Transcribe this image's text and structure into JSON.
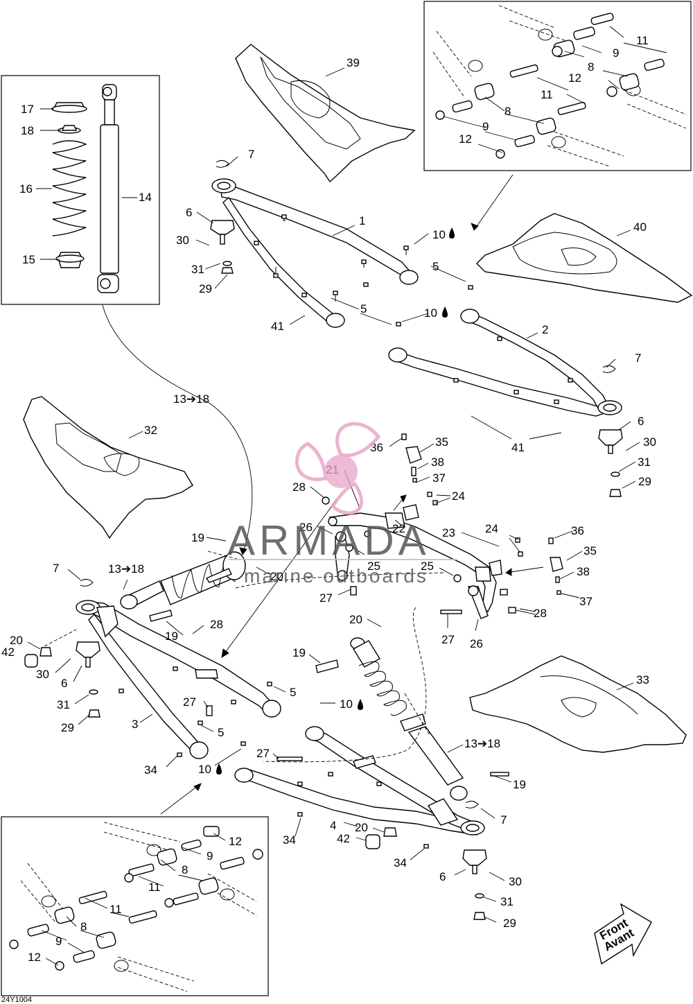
{
  "watermark": {
    "name": "ARMADA",
    "tagline": "marine outboards",
    "accent": "#e8a6c8"
  },
  "figure_code": "24Y1004",
  "direction_badge": {
    "line1": "Front",
    "line2": "Avant"
  },
  "callouts": [
    {
      "id": "c39",
      "text": "39"
    },
    {
      "id": "c11a",
      "text": "11"
    },
    {
      "id": "c9a",
      "text": "9"
    },
    {
      "id": "c8a",
      "text": "8"
    },
    {
      "id": "c12a",
      "text": "12"
    },
    {
      "id": "c11b",
      "text": "11"
    },
    {
      "id": "c8b",
      "text": "8"
    },
    {
      "id": "c9b",
      "text": "9"
    },
    {
      "id": "c12b",
      "text": "12"
    },
    {
      "id": "c17",
      "text": "17"
    },
    {
      "id": "c18",
      "text": "18"
    },
    {
      "id": "c16",
      "text": "16"
    },
    {
      "id": "c14",
      "text": "14"
    },
    {
      "id": "c15",
      "text": "15"
    },
    {
      "id": "c7a",
      "text": "7"
    },
    {
      "id": "c6a",
      "text": "6"
    },
    {
      "id": "c30a",
      "text": "30"
    },
    {
      "id": "c31a",
      "text": "31"
    },
    {
      "id": "c29a",
      "text": "29"
    },
    {
      "id": "c1",
      "text": "1"
    },
    {
      "id": "c10a",
      "text": "10"
    },
    {
      "id": "c5a",
      "text": "5"
    },
    {
      "id": "c40",
      "text": "40"
    },
    {
      "id": "c5b",
      "text": "5"
    },
    {
      "id": "c10b",
      "text": "10"
    },
    {
      "id": "c41a",
      "text": "41"
    },
    {
      "id": "c2",
      "text": "2"
    },
    {
      "id": "c7b",
      "text": "7"
    },
    {
      "id": "c6b",
      "text": "6"
    },
    {
      "id": "c30b",
      "text": "30"
    },
    {
      "id": "c31b",
      "text": "31"
    },
    {
      "id": "c29b",
      "text": "29"
    },
    {
      "id": "c41b",
      "text": "41"
    },
    {
      "id": "c1318a",
      "text": "13➔18"
    },
    {
      "id": "c32",
      "text": "32"
    },
    {
      "id": "c36a",
      "text": "36"
    },
    {
      "id": "c35a",
      "text": "35"
    },
    {
      "id": "c38a",
      "text": "38"
    },
    {
      "id": "c37a",
      "text": "37"
    },
    {
      "id": "c21",
      "text": "21"
    },
    {
      "id": "c28a",
      "text": "28"
    },
    {
      "id": "c24a",
      "text": "24"
    },
    {
      "id": "c26a",
      "text": "26"
    },
    {
      "id": "c22",
      "text": "22"
    },
    {
      "id": "c23",
      "text": "23"
    },
    {
      "id": "c24b",
      "text": "24"
    },
    {
      "id": "c36b",
      "text": "36"
    },
    {
      "id": "c35b",
      "text": "35"
    },
    {
      "id": "c19a",
      "text": "19"
    },
    {
      "id": "c25a",
      "text": "25"
    },
    {
      "id": "c25b",
      "text": "25"
    },
    {
      "id": "c38b",
      "text": "38"
    },
    {
      "id": "c7c",
      "text": "7"
    },
    {
      "id": "c1318b",
      "text": "13➔18"
    },
    {
      "id": "c20a",
      "text": "20"
    },
    {
      "id": "c37b",
      "text": "37"
    },
    {
      "id": "c27a",
      "text": "27"
    },
    {
      "id": "c28b",
      "text": "28"
    },
    {
      "id": "c20b",
      "text": "20"
    },
    {
      "id": "c19b",
      "text": "19"
    },
    {
      "id": "c28c",
      "text": "28"
    },
    {
      "id": "c27b",
      "text": "27"
    },
    {
      "id": "c26b",
      "text": "26"
    },
    {
      "id": "c20c",
      "text": "20"
    },
    {
      "id": "c42a",
      "text": "42"
    },
    {
      "id": "c30c",
      "text": "30"
    },
    {
      "id": "c6c",
      "text": "6"
    },
    {
      "id": "c19c",
      "text": "19"
    },
    {
      "id": "c33",
      "text": "33"
    },
    {
      "id": "c5c",
      "text": "5"
    },
    {
      "id": "c10c",
      "text": "10"
    },
    {
      "id": "c31c",
      "text": "31"
    },
    {
      "id": "c27c",
      "text": "27"
    },
    {
      "id": "c29c",
      "text": "29"
    },
    {
      "id": "c3",
      "text": "3"
    },
    {
      "id": "c5d",
      "text": "5"
    },
    {
      "id": "c1318c",
      "text": "13➔18"
    },
    {
      "id": "c34a",
      "text": "34"
    },
    {
      "id": "c10d",
      "text": "10"
    },
    {
      "id": "c27d",
      "text": "27"
    },
    {
      "id": "c19d",
      "text": "19"
    },
    {
      "id": "c7d",
      "text": "7"
    },
    {
      "id": "c4",
      "text": "4"
    },
    {
      "id": "c20d",
      "text": "20"
    },
    {
      "id": "c34b",
      "text": "34"
    },
    {
      "id": "c42b",
      "text": "42"
    },
    {
      "id": "c34c",
      "text": "34"
    },
    {
      "id": "c12c",
      "text": "12"
    },
    {
      "id": "c9c",
      "text": "9"
    },
    {
      "id": "c8c",
      "text": "8"
    },
    {
      "id": "c11c",
      "text": "11"
    },
    {
      "id": "c6d",
      "text": "6"
    },
    {
      "id": "c30d",
      "text": "30"
    },
    {
      "id": "c11d",
      "text": "11"
    },
    {
      "id": "c31d",
      "text": "31"
    },
    {
      "id": "c8d",
      "text": "8"
    },
    {
      "id": "c29d",
      "text": "29"
    },
    {
      "id": "c9d",
      "text": "9"
    },
    {
      "id": "c12d",
      "text": "12"
    }
  ]
}
